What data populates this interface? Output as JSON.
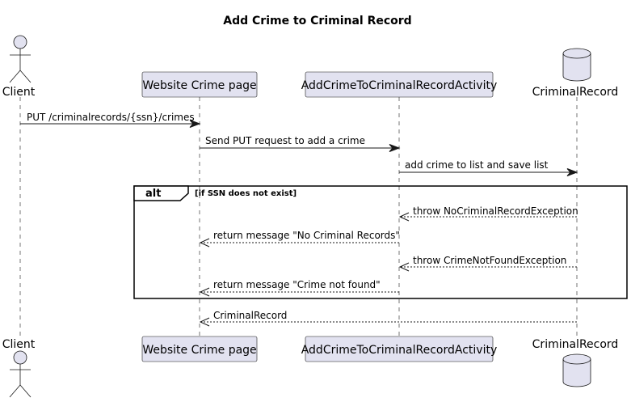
{
  "diagram": {
    "title": "Add Crime to Criminal Record",
    "participants": {
      "client": "Client",
      "website": "Website Crime page",
      "activity": "AddCrimeToCriminalRecordActivity",
      "record": "CriminalRecord"
    },
    "messages": {
      "m1": "PUT /criminalrecords/{ssn}/crimes",
      "m2": "Send PUT request to add a crime",
      "m3": "add crime to list and save list",
      "m4": "throw NoCriminalRecordException",
      "m5": "return message \"No Criminal Records\"",
      "m6": "throw CrimeNotFoundException",
      "m7": "return message \"Crime not found\"",
      "m8": "CriminalRecord"
    },
    "alt": {
      "label": "alt",
      "condition": "[if SSN does not exist]"
    },
    "colors": {
      "participant_fill": "#E2E2F0",
      "line": "#181818"
    }
  }
}
